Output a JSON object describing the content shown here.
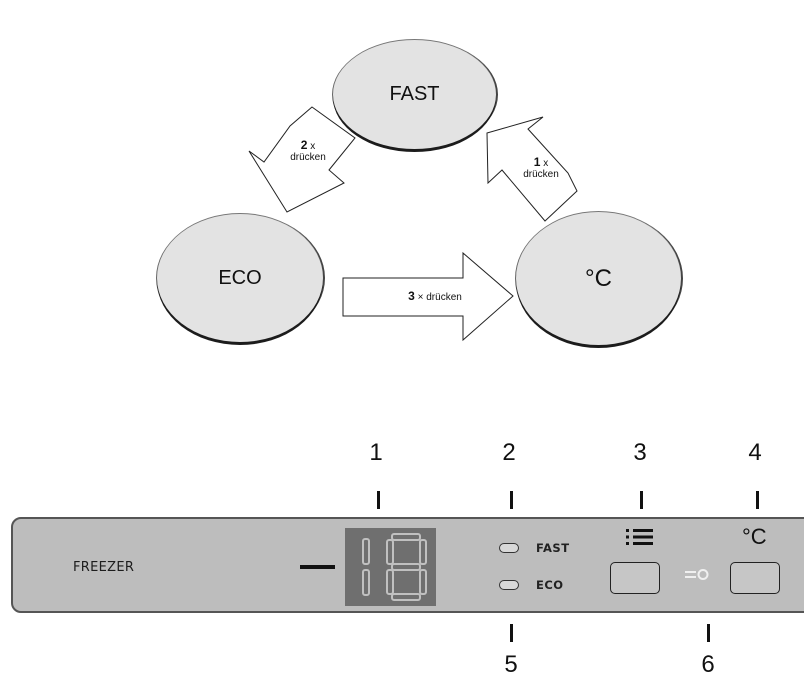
{
  "cycle": {
    "modes": {
      "fast": "FAST",
      "eco": "ECO",
      "celsius": "°C"
    },
    "arrows": {
      "to_eco": {
        "count": "2",
        "suffix": "x",
        "word": "drücken"
      },
      "to_celsius": {
        "count": "3",
        "suffix": "×",
        "word": "drücken"
      },
      "to_fast": {
        "count": "1",
        "suffix": "x",
        "word": "drücken"
      }
    }
  },
  "panel": {
    "label": "FREEZER",
    "display_value": "18",
    "led_fast": "FAST",
    "led_eco": "ECO",
    "menu_icon": "list-icon",
    "celsius_icon": "°C",
    "key_icon": "key-lock-icon",
    "callouts": {
      "n1": "1",
      "n2": "2",
      "n3": "3",
      "n4": "4",
      "n5": "5",
      "n6": "6"
    }
  }
}
